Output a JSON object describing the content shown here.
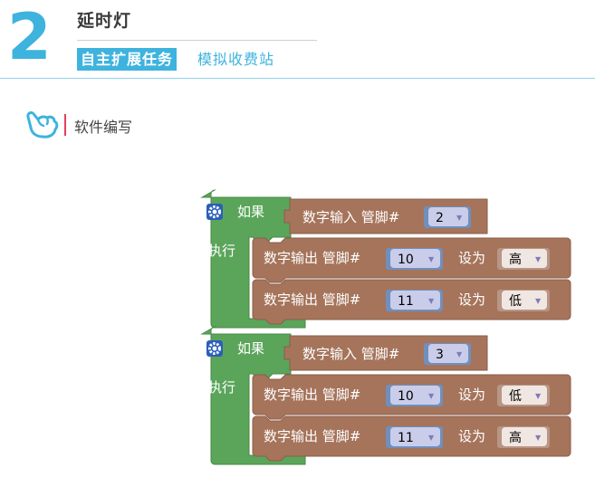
{
  "header": {
    "chapter_number": "2",
    "title": "延时灯",
    "task_tag": "自主扩展任务",
    "task_name": "模拟收费站"
  },
  "section": {
    "icon": "pointing-hand-icon",
    "title": "软件编写"
  },
  "colors": {
    "accent": "#3eb3de",
    "logic_block": "#5ba55b",
    "io_block": "#a5745b",
    "dropdown": "#c9cdea",
    "section_bar": "#e0415a"
  },
  "program": {
    "gear_icon": "gear-icon",
    "if_blocks": [
      {
        "if_label": "如果",
        "do_label": "执行",
        "condition": {
          "label": "数字输入 管脚#",
          "pin": "2"
        },
        "statements": [
          {
            "label": "数字输出 管脚#",
            "pin": "10",
            "set_label": "设为",
            "value": "高"
          },
          {
            "label": "数字输出 管脚#",
            "pin": "11",
            "set_label": "设为",
            "value": "低"
          }
        ]
      },
      {
        "if_label": "如果",
        "do_label": "执行",
        "condition": {
          "label": "数字输入 管脚#",
          "pin": "3"
        },
        "statements": [
          {
            "label": "数字输出 管脚#",
            "pin": "10",
            "set_label": "设为",
            "value": "低"
          },
          {
            "label": "数字输出 管脚#",
            "pin": "11",
            "set_label": "设为",
            "value": "高"
          }
        ]
      }
    ]
  }
}
